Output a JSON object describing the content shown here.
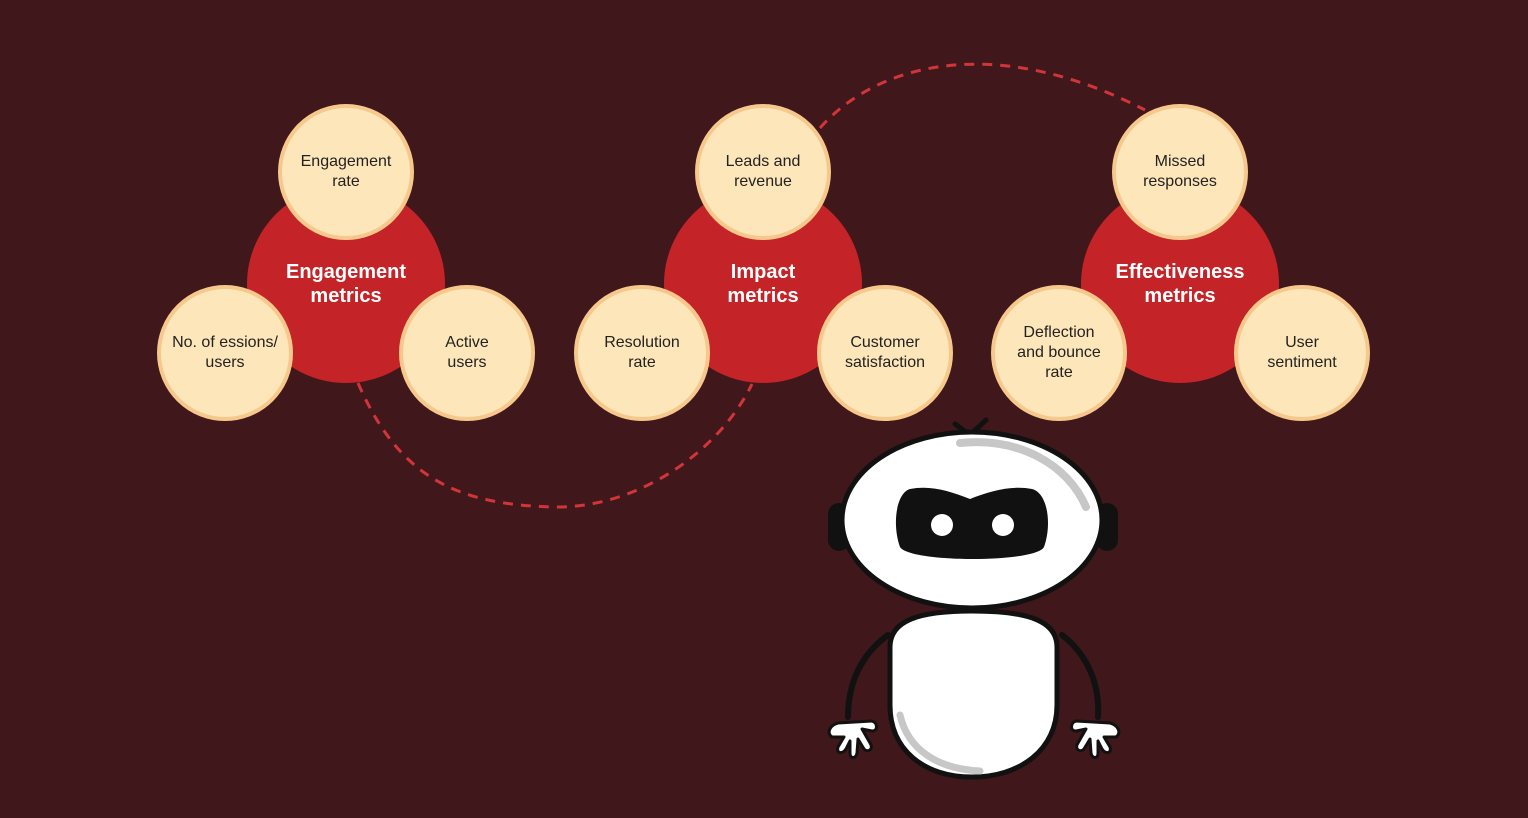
{
  "colors": {
    "background": "#40171a",
    "hub": "#c42328",
    "node_fill": "#fde6b9",
    "node_border": "#f7c88c",
    "connector": "#d1353a"
  },
  "groups": [
    {
      "title": "Engagement\nmetrics",
      "nodes": [
        "Engagement\nrate",
        "No. of essions/\nusers",
        "Active\nusers"
      ]
    },
    {
      "title": "Impact\nmetrics",
      "nodes": [
        "Leads and\nrevenue",
        "Resolution\nrate",
        "Customer\nsatisfaction"
      ]
    },
    {
      "title": "Effectiveness\nmetrics",
      "nodes": [
        "Missed\nresponses",
        "Deflection\nand bounce\nrate",
        "User\nsentiment"
      ]
    }
  ],
  "illustration": {
    "icon": "robot-icon"
  }
}
